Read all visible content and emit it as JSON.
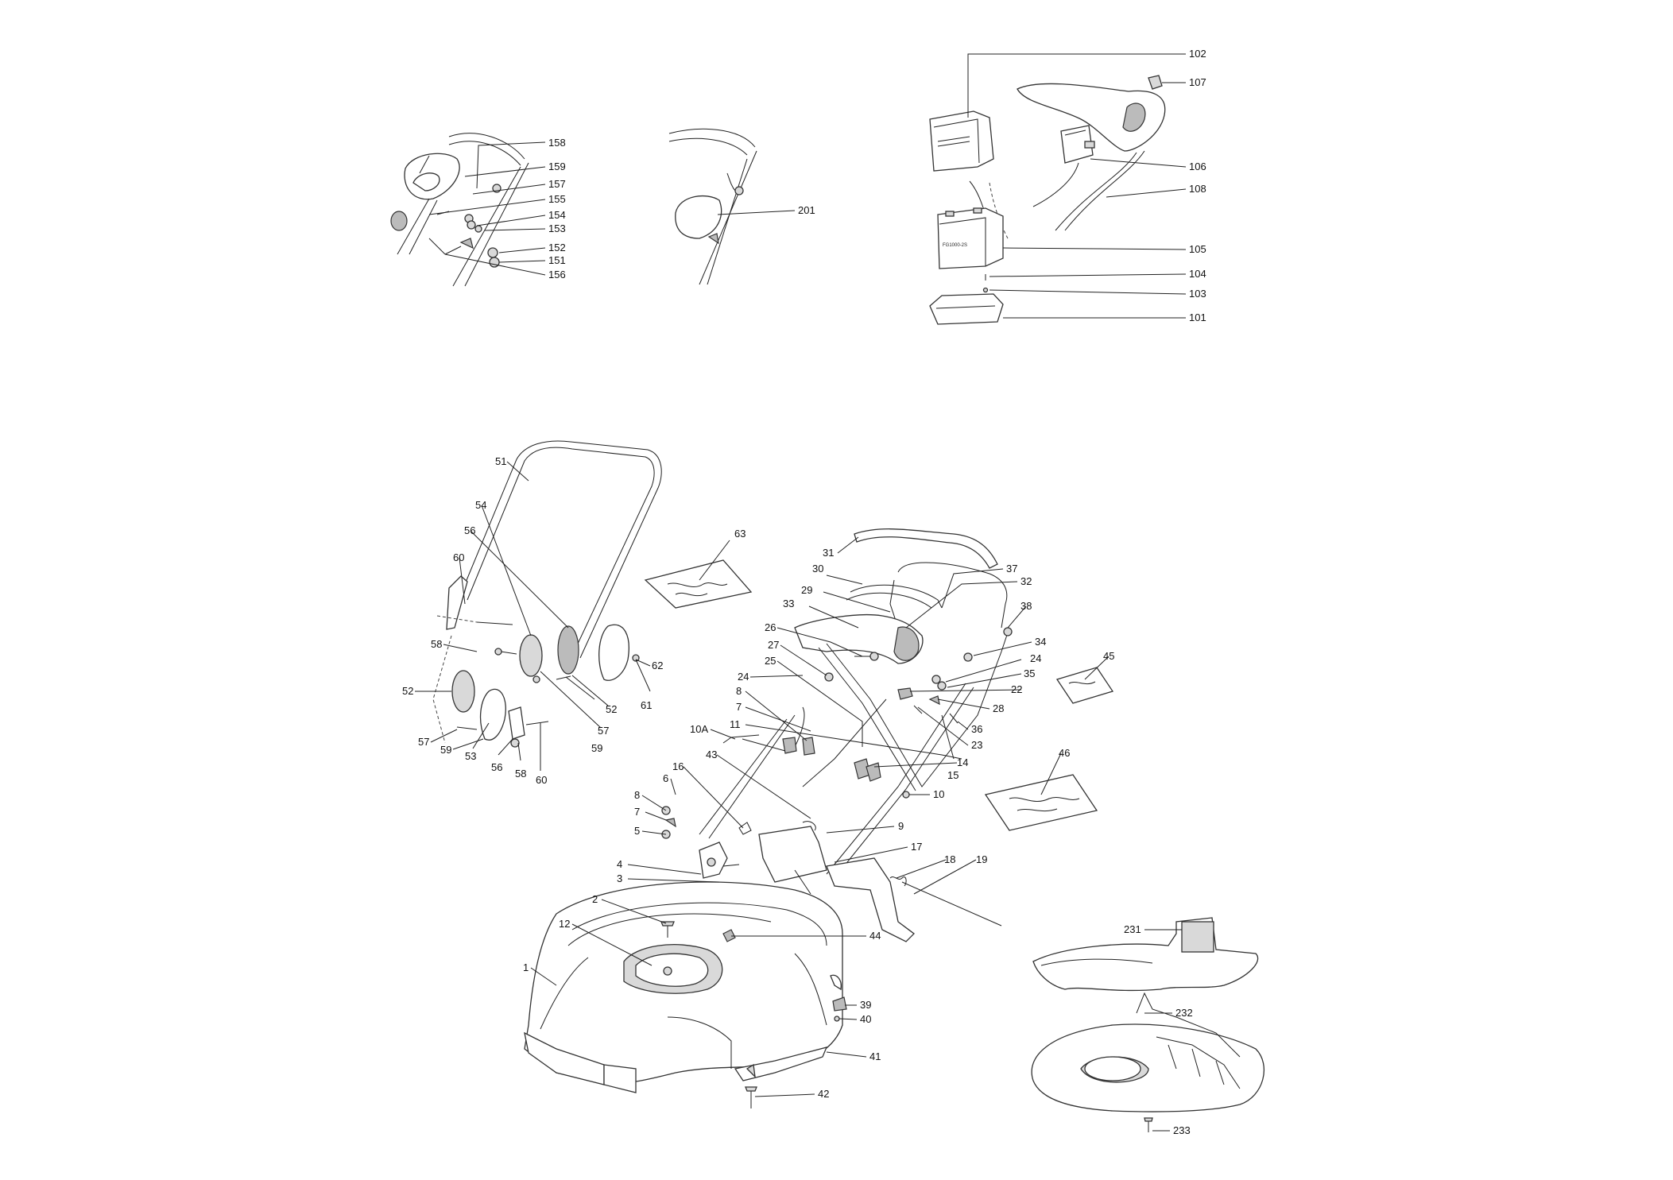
{
  "battery_label": "FG1000-2S",
  "callouts": [
    {
      "id": "c158",
      "label": "158"
    },
    {
      "id": "c159",
      "label": "159"
    },
    {
      "id": "c157",
      "label": "157"
    },
    {
      "id": "c155",
      "label": "155"
    },
    {
      "id": "c154",
      "label": "154"
    },
    {
      "id": "c153",
      "label": "153"
    },
    {
      "id": "c152",
      "label": "152"
    },
    {
      "id": "c151",
      "label": "151"
    },
    {
      "id": "c156",
      "label": "156"
    },
    {
      "id": "c201",
      "label": "201"
    },
    {
      "id": "c102",
      "label": "102"
    },
    {
      "id": "c107",
      "label": "107"
    },
    {
      "id": "c106",
      "label": "106"
    },
    {
      "id": "c108",
      "label": "108"
    },
    {
      "id": "c105",
      "label": "105"
    },
    {
      "id": "c104",
      "label": "104"
    },
    {
      "id": "c103",
      "label": "103"
    },
    {
      "id": "c101",
      "label": "101"
    },
    {
      "id": "c51",
      "label": "51"
    },
    {
      "id": "c54",
      "label": "54"
    },
    {
      "id": "c56a",
      "label": "56"
    },
    {
      "id": "c60a",
      "label": "60"
    },
    {
      "id": "c58a",
      "label": "58"
    },
    {
      "id": "c52a",
      "label": "52"
    },
    {
      "id": "c57a",
      "label": "57"
    },
    {
      "id": "c59a",
      "label": "59"
    },
    {
      "id": "c53",
      "label": "53"
    },
    {
      "id": "c56b",
      "label": "56"
    },
    {
      "id": "c58b",
      "label": "58"
    },
    {
      "id": "c60b",
      "label": "60"
    },
    {
      "id": "c57b",
      "label": "57"
    },
    {
      "id": "c59b",
      "label": "59"
    },
    {
      "id": "c52b",
      "label": "52"
    },
    {
      "id": "c62",
      "label": "62"
    },
    {
      "id": "c61",
      "label": "61"
    },
    {
      "id": "c63",
      "label": "63"
    },
    {
      "id": "c31",
      "label": "31"
    },
    {
      "id": "c30",
      "label": "30"
    },
    {
      "id": "c29",
      "label": "29"
    },
    {
      "id": "c33",
      "label": "33"
    },
    {
      "id": "c37",
      "label": "37"
    },
    {
      "id": "c32",
      "label": "32"
    },
    {
      "id": "c38",
      "label": "38"
    },
    {
      "id": "c34",
      "label": "34"
    },
    {
      "id": "c24a",
      "label": "24"
    },
    {
      "id": "c35",
      "label": "35"
    },
    {
      "id": "c22",
      "label": "22"
    },
    {
      "id": "c28",
      "label": "28"
    },
    {
      "id": "c36",
      "label": "36"
    },
    {
      "id": "c23",
      "label": "23"
    },
    {
      "id": "c26",
      "label": "26"
    },
    {
      "id": "c27",
      "label": "27"
    },
    {
      "id": "c25",
      "label": "25"
    },
    {
      "id": "c24b",
      "label": "24"
    },
    {
      "id": "c8a",
      "label": "8"
    },
    {
      "id": "c7a",
      "label": "7"
    },
    {
      "id": "c11",
      "label": "11"
    },
    {
      "id": "c10a",
      "label": "10A"
    },
    {
      "id": "c14",
      "label": "14"
    },
    {
      "id": "c15",
      "label": "15"
    },
    {
      "id": "c43",
      "label": "43"
    },
    {
      "id": "c16",
      "label": "16"
    },
    {
      "id": "c6",
      "label": "6"
    },
    {
      "id": "c10",
      "label": "10"
    },
    {
      "id": "c8b",
      "label": "8"
    },
    {
      "id": "c7b",
      "label": "7"
    },
    {
      "id": "c5",
      "label": "5"
    },
    {
      "id": "c9",
      "label": "9"
    },
    {
      "id": "c17",
      "label": "17"
    },
    {
      "id": "c18",
      "label": "18"
    },
    {
      "id": "c19",
      "label": "19"
    },
    {
      "id": "c4",
      "label": "4"
    },
    {
      "id": "c3",
      "label": "3"
    },
    {
      "id": "c2",
      "label": "2"
    },
    {
      "id": "c12",
      "label": "12"
    },
    {
      "id": "c44",
      "label": "44"
    },
    {
      "id": "c1",
      "label": "1"
    },
    {
      "id": "c39",
      "label": "39"
    },
    {
      "id": "c40",
      "label": "40"
    },
    {
      "id": "c41",
      "label": "41"
    },
    {
      "id": "c42",
      "label": "42"
    },
    {
      "id": "c45",
      "label": "45"
    },
    {
      "id": "c46",
      "label": "46"
    },
    {
      "id": "c231",
      "label": "231"
    },
    {
      "id": "c232",
      "label": "232"
    },
    {
      "id": "c233",
      "label": "233"
    }
  ]
}
